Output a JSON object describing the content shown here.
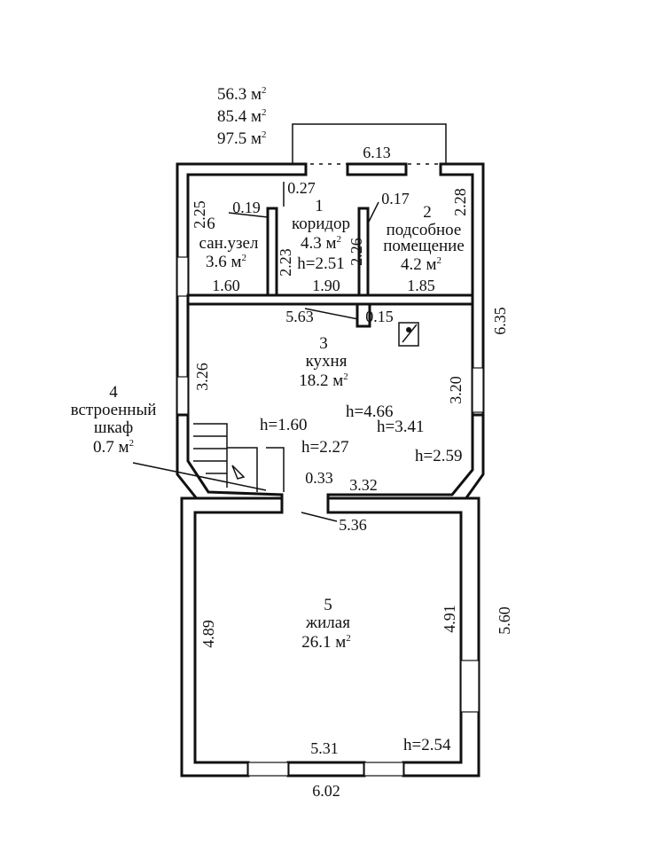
{
  "areas": {
    "living": "56.3",
    "total": "85.4",
    "overall": "97.5",
    "unit": "м",
    "sup": "2"
  },
  "rooms": [
    {
      "num": "1",
      "name": "коридор",
      "area": "4.3",
      "height": "h=2.51"
    },
    {
      "num": "2",
      "name_line1": "подсобное",
      "name_line2": "помещение",
      "area": "4.2"
    },
    {
      "num": "3",
      "name": "кухня",
      "area": "18.2"
    },
    {
      "num": "4",
      "name_line1": "встроенный",
      "name_line2": "шкаф",
      "area": "0.7"
    },
    {
      "num": "5",
      "name": "жилая",
      "area": "26.1"
    },
    {
      "num": "6",
      "name": "сан.узел",
      "area": "3.6"
    }
  ],
  "dims": {
    "porch": "6.13",
    "d027": "0.27",
    "d019": "0.19",
    "d017": "0.17",
    "d225": "2.25",
    "d228": "2.28",
    "d223": "2.23",
    "d226": "2.26",
    "d160": "1.60",
    "d190": "1.90",
    "d185": "1.85",
    "d563": "5.63",
    "d015": "0.15",
    "d635": "6.35",
    "d326": "3.26",
    "d320": "3.20",
    "d033": "0.33",
    "d332": "3.32",
    "d536": "5.36",
    "d489": "4.89",
    "d491": "4.91",
    "d560": "5.60",
    "d531": "5.31",
    "d602": "6.02"
  },
  "heights": {
    "h466": "h=4.66",
    "h341": "h=3.41",
    "h259": "h=2.59",
    "h160": "h=1.60",
    "h227": "h=2.27",
    "h254": "h=2.54"
  }
}
